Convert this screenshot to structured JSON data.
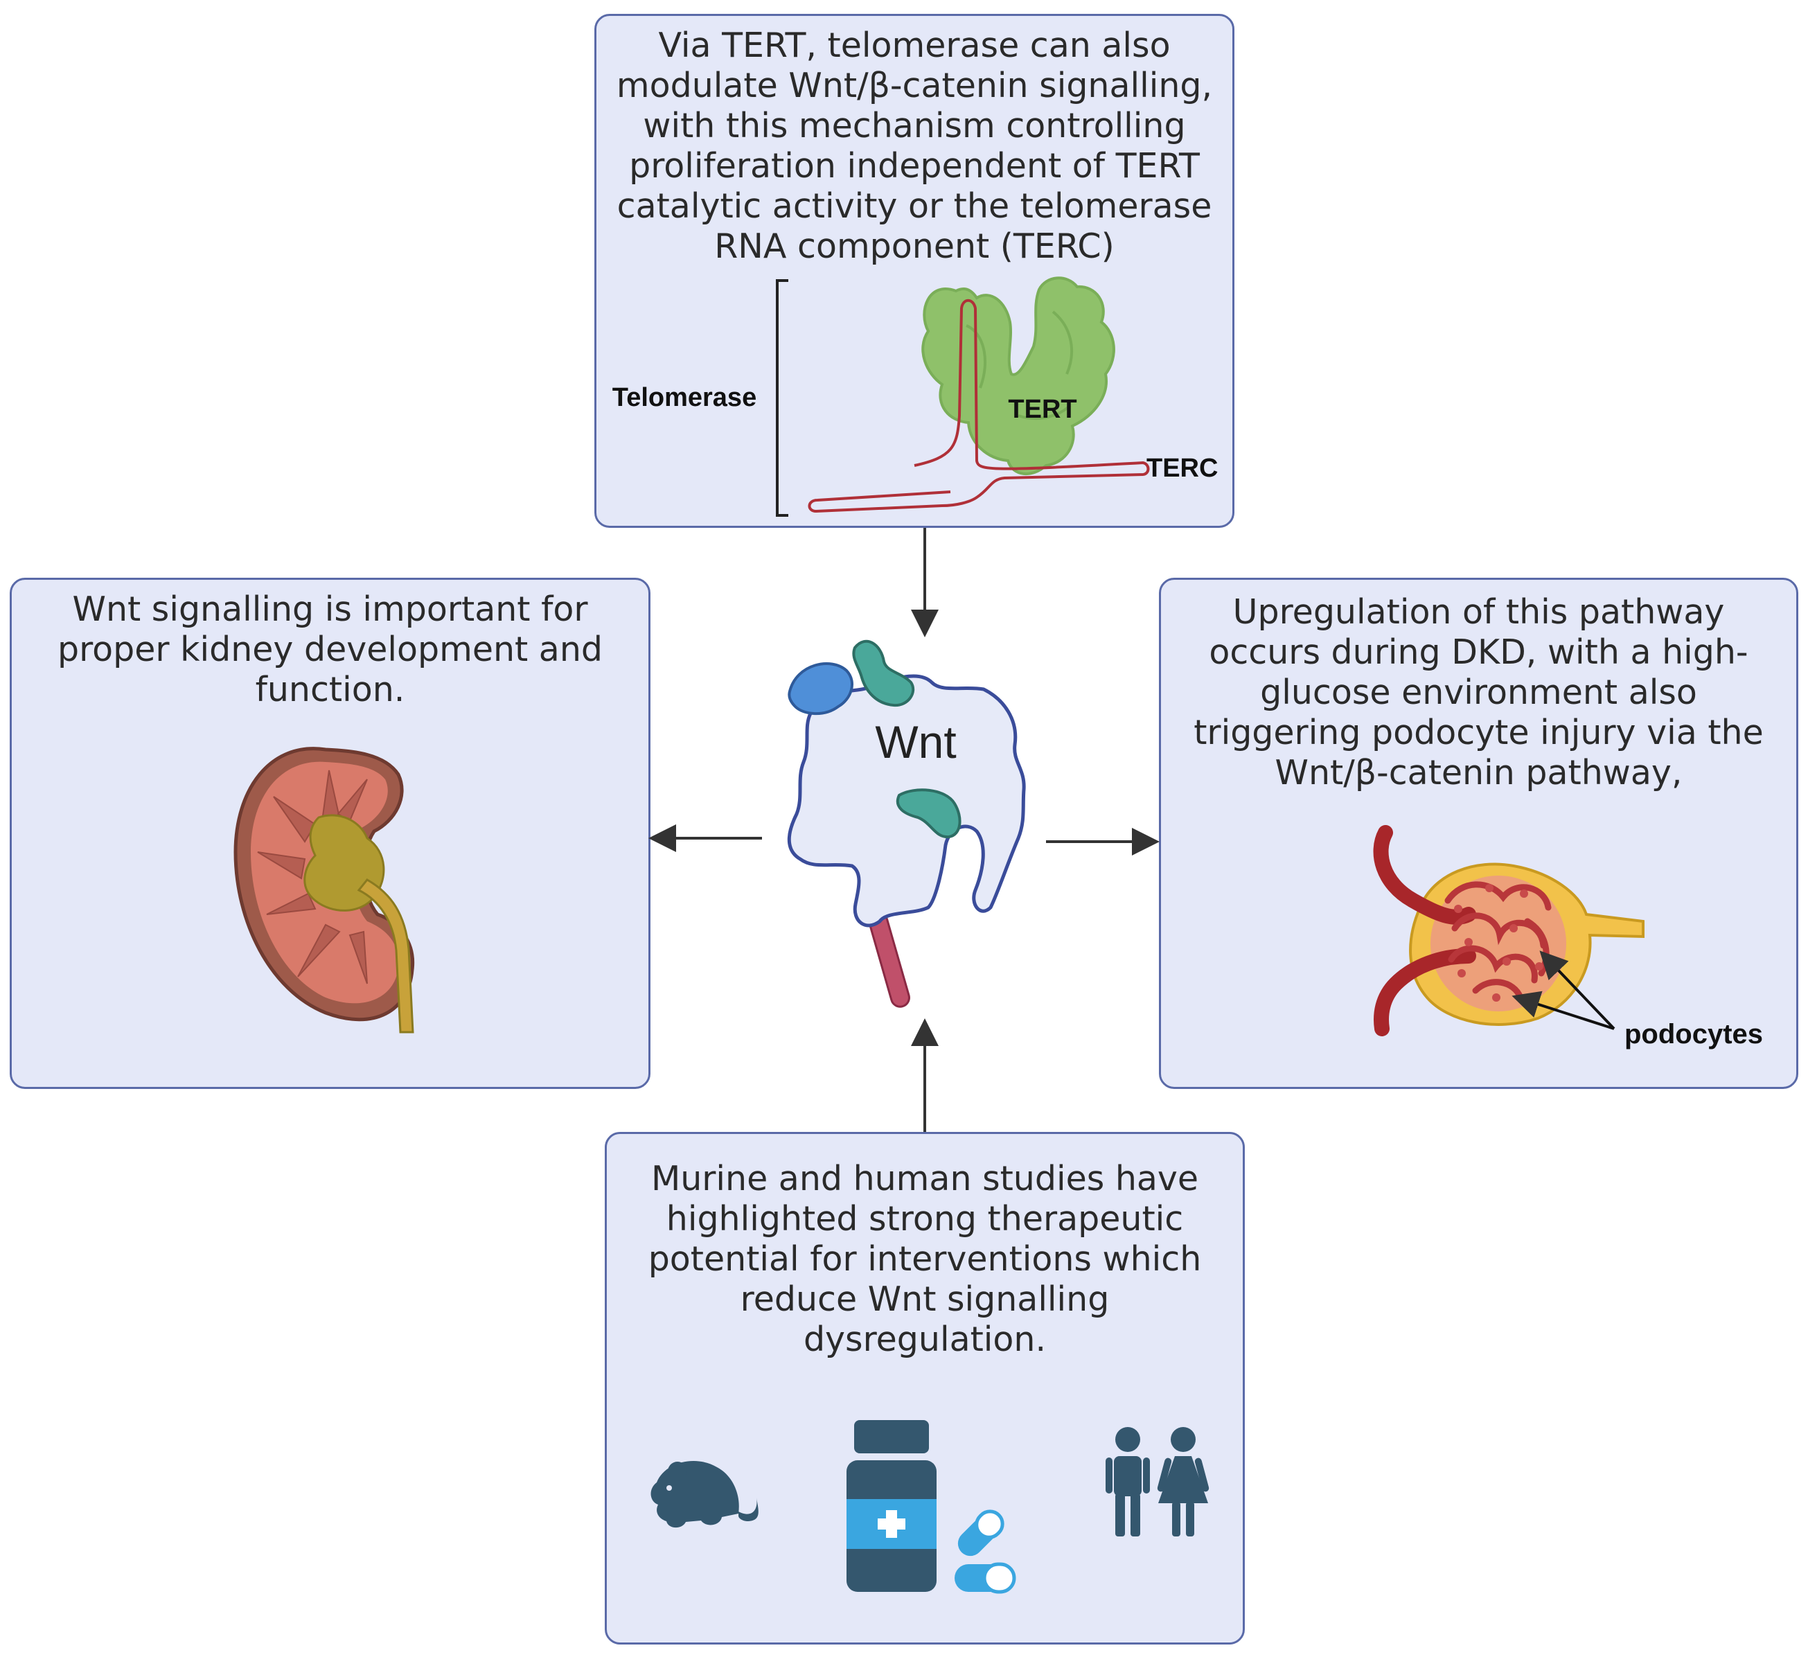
{
  "top_panel": {
    "lines": [
      "Via TERT, telomerase can also",
      "modulate Wnt/β-catenin signalling,",
      "with this mechanism controlling",
      "proliferation independent of TERT",
      "catalytic activity or the telomerase",
      "RNA component (TERC)"
    ],
    "telomerase_label": "Telomerase",
    "tert_label": "TERT",
    "terc_label": "TERC"
  },
  "left_panel": {
    "lines": [
      "Wnt signalling is important for",
      "proper kidney development and",
      "function."
    ]
  },
  "right_panel": {
    "lines": [
      "Upregulation of this pathway",
      "occurs during DKD, with a high-",
      "glucose environment also",
      "triggering podocyte injury via the",
      "Wnt/β-catenin pathway,"
    ],
    "podocytes_label": "podocytes"
  },
  "bottom_panel": {
    "lines": [
      "Murine and human studies have",
      "highlighted strong therapeutic",
      "potential for interventions which",
      "reduce Wnt signalling",
      "dysregulation."
    ]
  },
  "center": {
    "wnt_label": "Wnt"
  },
  "colors": {
    "panel_fill": "#e4e8f8",
    "panel_border": "#5a6aa8",
    "tert_green": "#8fc16a",
    "terc_red": "#b03038",
    "wnt_blue": "#4f8fd8",
    "wnt_teal": "#4aa89a",
    "icon_navy": "#34576e",
    "pill_blue": "#3aa6e0"
  }
}
